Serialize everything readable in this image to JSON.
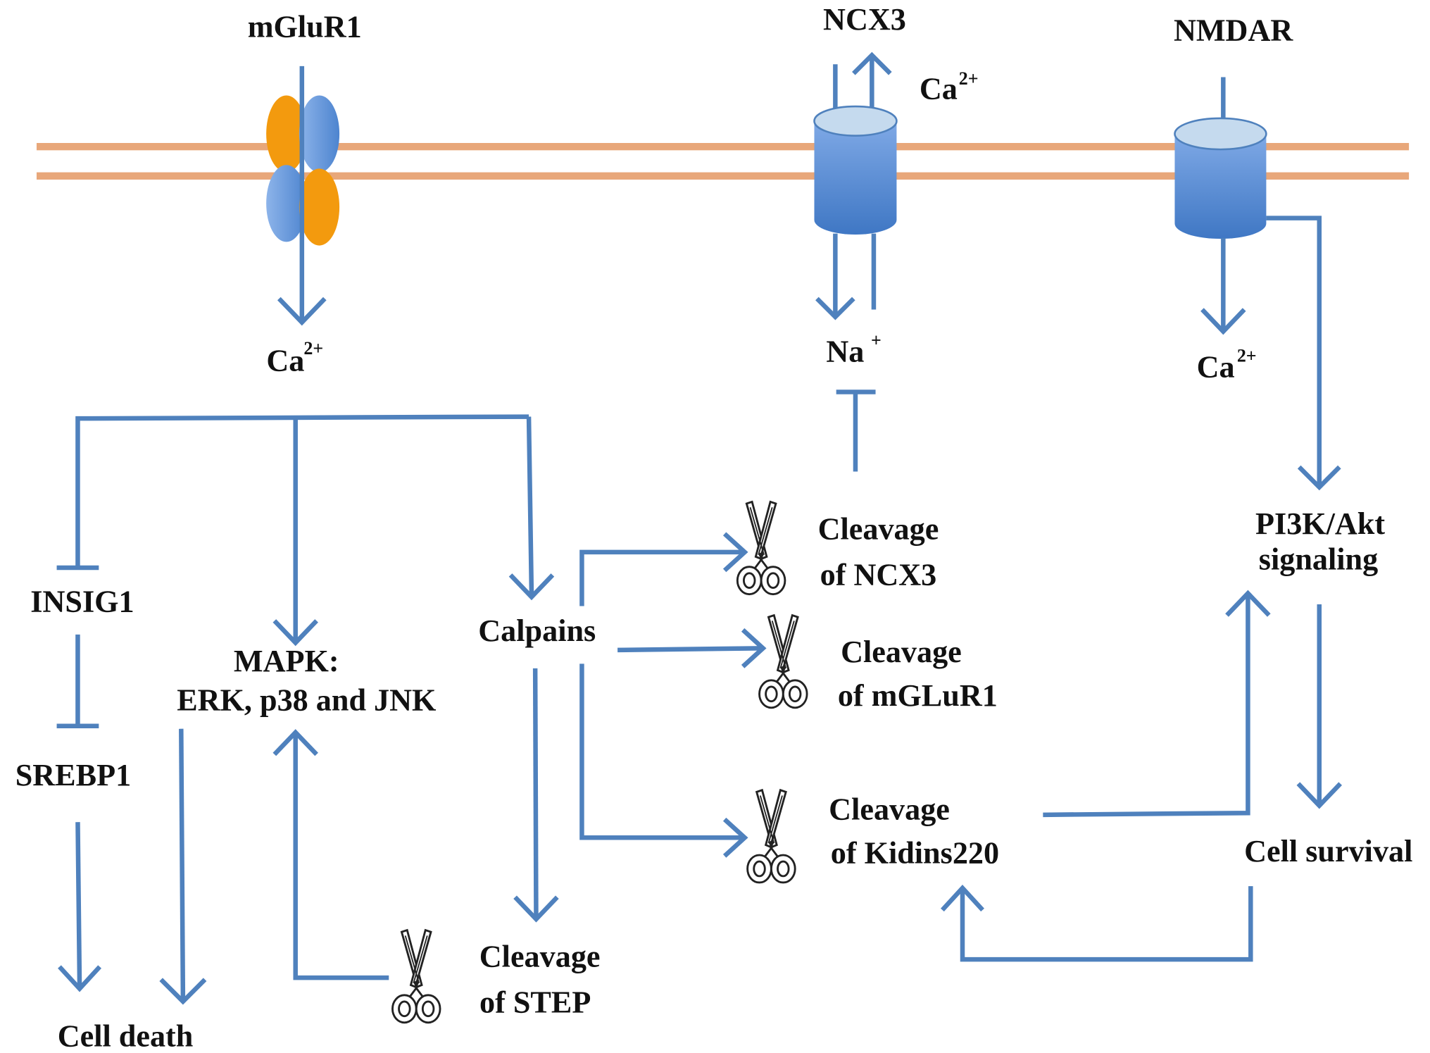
{
  "colors": {
    "arrow": "#4F81BD",
    "membrane": "#E8A77A",
    "receptor_orange": "#F39A0E",
    "receptor_blue": "#5B8FD6",
    "channel_top": "#C5DAEE",
    "text": "#111111"
  },
  "receptors": {
    "mglur1": {
      "label": "mGluR1",
      "ion": "Ca",
      "ion_charge": "2+"
    },
    "ncx3": {
      "label": "NCX3",
      "ion_out": "Ca",
      "ion_out_charge": "2+",
      "ion_in": "Na",
      "ion_in_charge": "+"
    },
    "nmdar": {
      "label": "NMDAR",
      "ion": "Ca",
      "ion_charge": "2+"
    }
  },
  "nodes": {
    "insig1": "INSIG1",
    "srebp1": "SREBP1",
    "cell_death": "Cell death",
    "mapk_line1": "MAPK:",
    "mapk_line2": "ERK, p38 and JNK",
    "calpains": "Calpains",
    "step_line1": "Cleavage",
    "step_line2": "of STEP",
    "ncx3_cleave_line1": "Cleavage",
    "ncx3_cleave_line2": "of NCX3",
    "mglur1_cleave_line1": "Cleavage",
    "mglur1_cleave_line2": "of mGLuR1",
    "kidins_line1": "Cleavage",
    "kidins_line2": "of Kidins220",
    "pi3k_line1": "PI3K/Akt",
    "pi3k_line2": "signaling",
    "cell_survival": "Cell survival"
  },
  "edges": [
    {
      "from": "mGluR1",
      "to": "Ca2+",
      "type": "activation"
    },
    {
      "from": "Ca2+",
      "to": "INSIG1",
      "type": "inhibition"
    },
    {
      "from": "Ca2+",
      "to": "MAPK",
      "type": "activation"
    },
    {
      "from": "Ca2+",
      "to": "Calpains",
      "type": "activation"
    },
    {
      "from": "INSIG1",
      "to": "SREBP1",
      "type": "inhibition"
    },
    {
      "from": "SREBP1",
      "to": "Cell death",
      "type": "activation"
    },
    {
      "from": "MAPK",
      "to": "Cell death",
      "type": "activation"
    },
    {
      "from": "Calpains",
      "to": "Cleavage of STEP",
      "type": "activation"
    },
    {
      "from": "Cleavage of STEP",
      "to": "MAPK",
      "type": "activation"
    },
    {
      "from": "Calpains",
      "to": "Cleavage of NCX3",
      "type": "activation"
    },
    {
      "from": "Calpains",
      "to": "Cleavage of mGLuR1",
      "type": "activation"
    },
    {
      "from": "Calpains",
      "to": "Cleavage of Kidins220",
      "type": "activation"
    },
    {
      "from": "Cleavage of NCX3",
      "to": "Na+",
      "type": "inhibition"
    },
    {
      "from": "NMDAR",
      "to": "PI3K/Akt signaling",
      "type": "activation"
    },
    {
      "from": "Cleavage of Kidins220",
      "to": "PI3K/Akt signaling",
      "type": "activation"
    },
    {
      "from": "PI3K/Akt signaling",
      "to": "Cell survival",
      "type": "activation"
    },
    {
      "from": "Cell survival",
      "to": "Cleavage of Kidins220",
      "type": "activation"
    }
  ]
}
